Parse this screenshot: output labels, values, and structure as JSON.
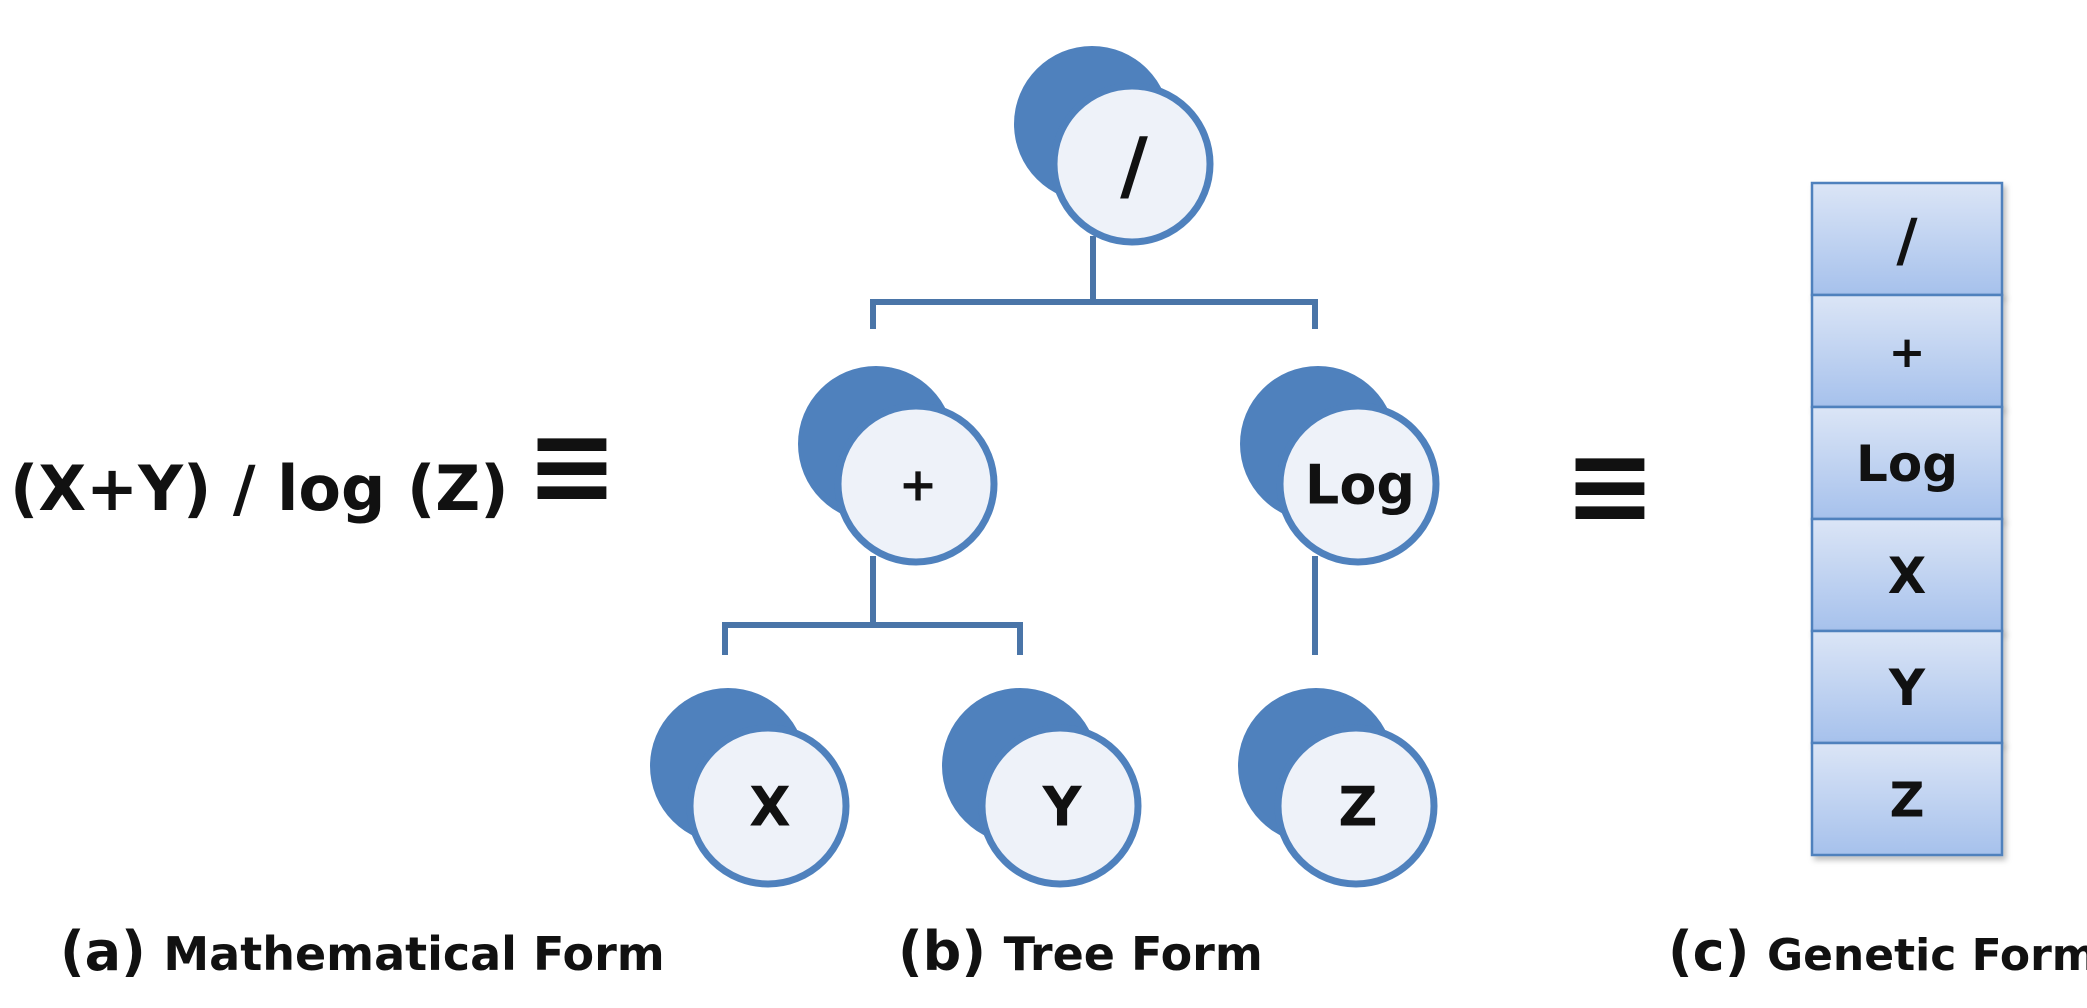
{
  "colors": {
    "node_shadow": "#4f81bd",
    "node_fill": "#eef2f9",
    "node_stroke": "#4f81bd",
    "edge": "#4a75a8",
    "gene_fill_top": "#dbe5f6",
    "gene_fill_bottom": "#a6c1ec",
    "gene_stroke": "#4f81bd",
    "text": "#111111"
  },
  "mathematical": {
    "expression": "(X+Y) / log (Z)"
  },
  "equivalence": {
    "symbol_left": "≡",
    "symbol_right": "≡"
  },
  "tree": {
    "root": "/",
    "left_child": "+",
    "right_child": "Log",
    "leaf_x": "X",
    "leaf_y": "Y",
    "leaf_z": "Z"
  },
  "genetic": {
    "genes": [
      "/",
      "+",
      "Log",
      "X",
      "Y",
      "Z"
    ]
  },
  "captions": {
    "a_letter": "(a)",
    "a_text": "Mathematical Form",
    "b_letter": "(b)",
    "b_text": "Tree Form",
    "c_letter": "(c)",
    "c_text": "Genetic Form"
  }
}
